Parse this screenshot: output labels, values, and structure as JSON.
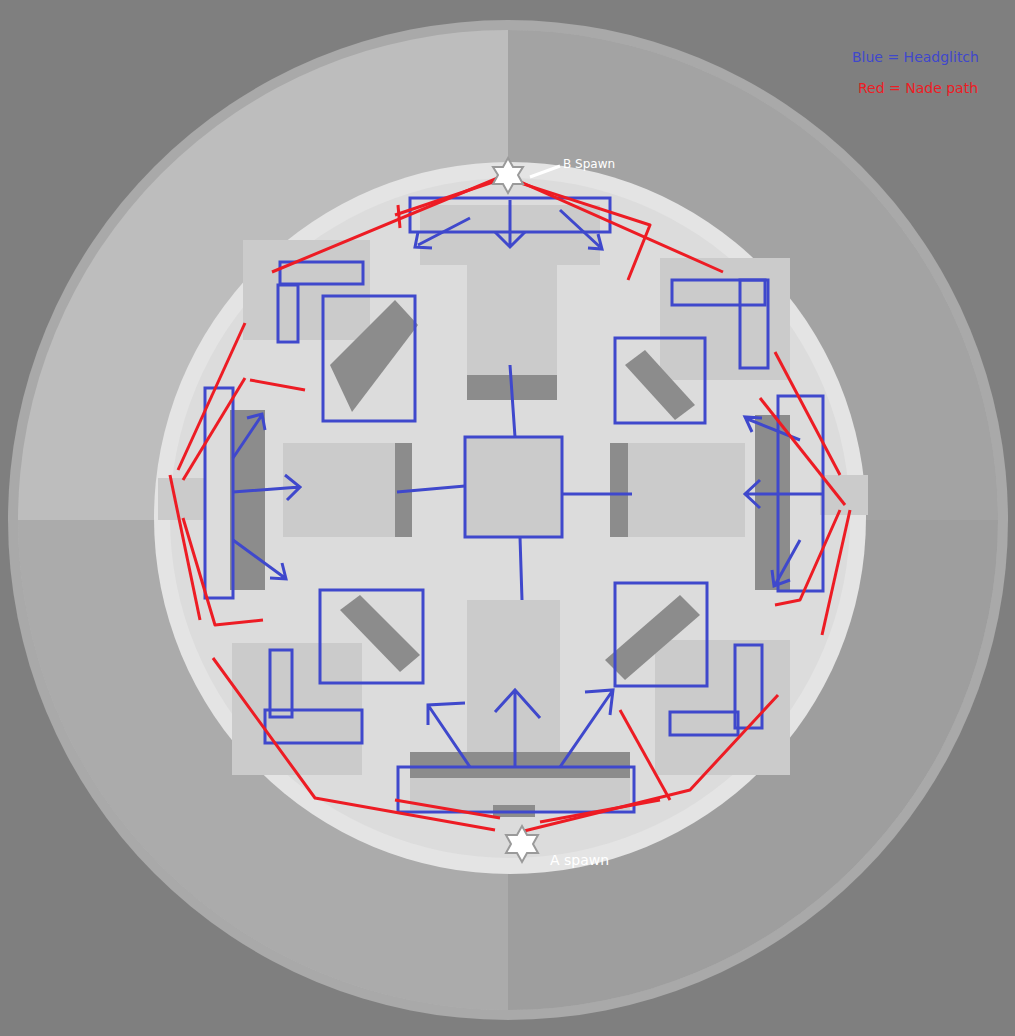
{
  "diagram": {
    "labels": [
      "B Spawn",
      "A spawn"
    ],
    "legend": [
      {
        "text": "Blue = Headglitch",
        "color": "#3f48cc"
      },
      {
        "text": "Red = Nade path",
        "color": "#ed1c24"
      }
    ]
  }
}
